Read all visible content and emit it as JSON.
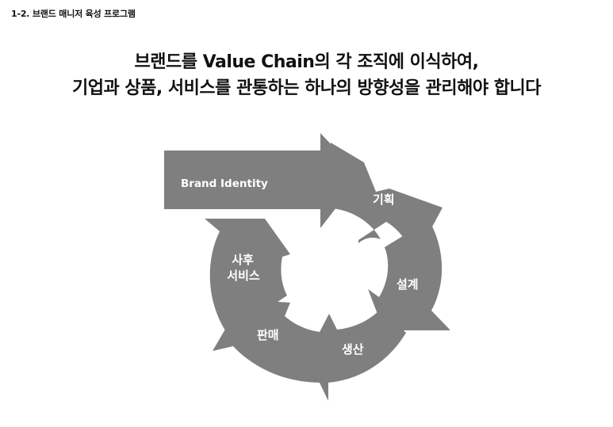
{
  "header": {
    "section_label": "1-2. 브랜드 매니저 육성 프로그램"
  },
  "headline": {
    "line1": "브랜드를 Value Chain의 각 조직에 이식하여,",
    "line2": "기업과 상품, 서비스를 관통하는 하나의 방향성을 관리해야 합니다"
  },
  "cycle": {
    "color": "#7f7f7f",
    "brand_arrow": "Brand Identity",
    "steps": [
      {
        "lines": [
          "기획"
        ]
      },
      {
        "lines": [
          "설계"
        ]
      },
      {
        "lines": [
          "생산"
        ]
      },
      {
        "lines": [
          "판매"
        ]
      },
      {
        "lines": [
          "사후",
          "서비스"
        ]
      }
    ]
  }
}
